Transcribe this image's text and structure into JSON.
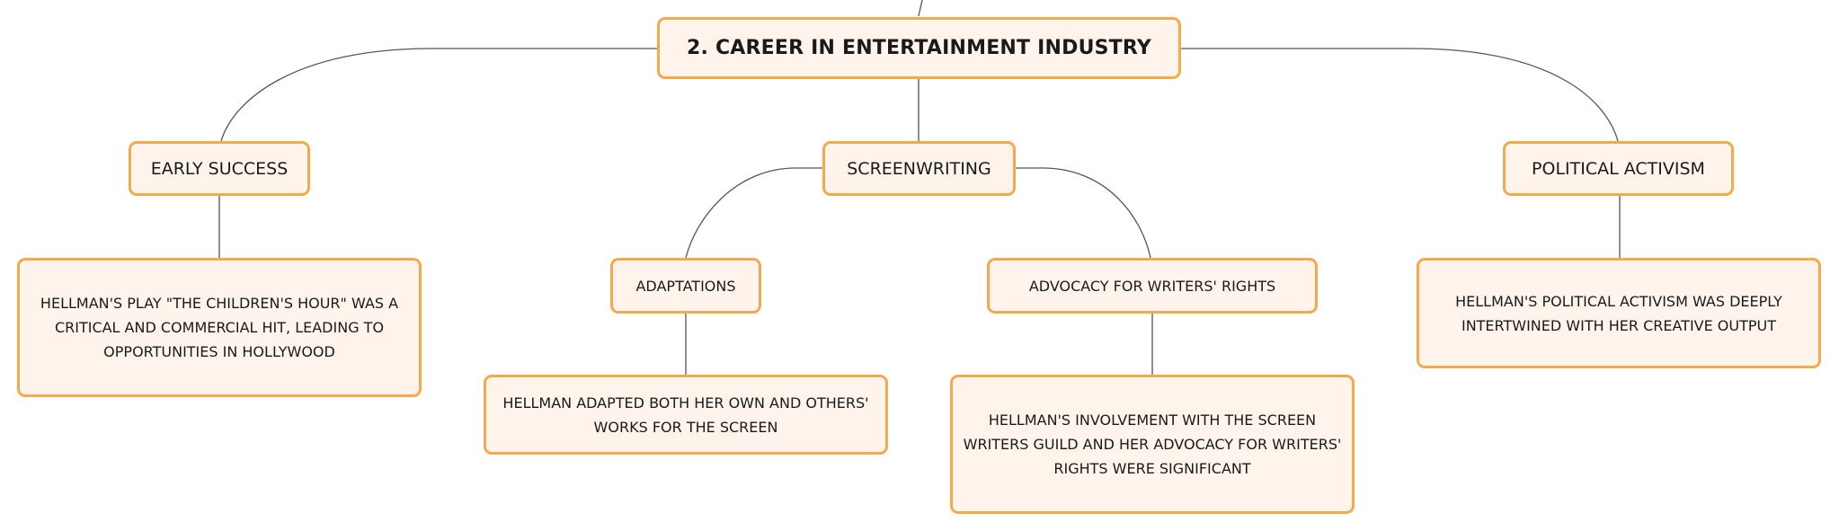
{
  "diagram": {
    "root": {
      "label": "2. CAREER IN ENTERTAINMENT INDUSTRY"
    },
    "branches": [
      {
        "label": "EARLY SUCCESS",
        "leaf": "HELLMAN'S PLAY \"THE CHILDREN'S HOUR\" WAS A CRITICAL AND COMMERCIAL HIT, LEADING TO OPPORTUNITIES IN HOLLYWOOD"
      },
      {
        "label": "SCREENWRITING",
        "children": [
          {
            "label": "ADAPTATIONS",
            "leaf": "HELLMAN ADAPTED BOTH HER OWN AND OTHERS' WORKS FOR THE SCREEN"
          },
          {
            "label": "ADVOCACY FOR WRITERS' RIGHTS",
            "leaf": "HELLMAN'S INVOLVEMENT WITH THE SCREEN WRITERS GUILD AND HER ADVOCACY FOR WRITERS' RIGHTS WERE SIGNIFICANT"
          }
        ]
      },
      {
        "label": "POLITICAL ACTIVISM",
        "leaf": "HELLMAN'S POLITICAL ACTIVISM WAS DEEPLY INTERTWINED WITH HER CREATIVE OUTPUT"
      }
    ]
  },
  "colors": {
    "node_fill": "#fef4ec",
    "node_border": "#f2aa4c",
    "edge": "#555555"
  }
}
